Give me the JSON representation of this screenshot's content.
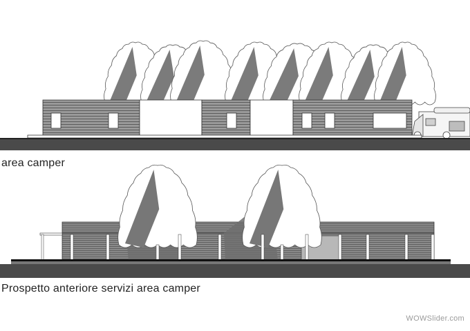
{
  "captions": {
    "top": "area camper",
    "bottom": "Prospetto anteriore servizi area camper"
  },
  "watermark": "WOWSlider.com",
  "colors": {
    "ground": "#4a4a4a",
    "shadow": "#7a7a7a",
    "cladding": "#8c8c8c",
    "line": "#333333"
  }
}
